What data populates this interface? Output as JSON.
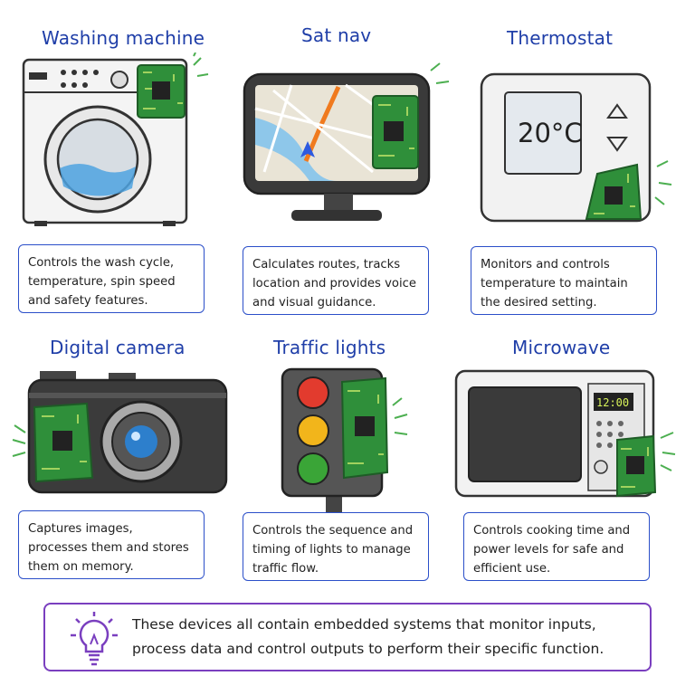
{
  "devices": [
    {
      "id": "washing-machine",
      "title": "Washing machine",
      "description": "Controls the wash cycle, temperature, spin speed and safety features."
    },
    {
      "id": "sat-nav",
      "title": "Sat nav",
      "description": "Calculates routes, tracks location and provides voice and visual guidance."
    },
    {
      "id": "thermostat",
      "title": "Thermostat",
      "description": "Monitors and controls temperature to maintain the desired setting.",
      "display": "20°C"
    },
    {
      "id": "digital-camera",
      "title": "Digital camera",
      "description": "Captures images, processes them and stores them on memory."
    },
    {
      "id": "traffic-lights",
      "title": "Traffic lights",
      "description": "Controls the sequence and timing of lights to manage traffic flow."
    },
    {
      "id": "microwave",
      "title": "Microwave",
      "description": "Controls cooking time and power levels for safe and efficient use.",
      "display": "12:00"
    }
  ],
  "summary": {
    "text": "These devices all contain embedded systems that monitor inputs, process data and control outputs to perform their specific function.",
    "icon": "lightbulb-icon"
  },
  "colors": {
    "title": "#1f3ea8",
    "box_border": "#2b4fc9",
    "summary_border": "#7a3fbf",
    "circuit": "#2f8f3a",
    "accent": "#4caf50"
  }
}
